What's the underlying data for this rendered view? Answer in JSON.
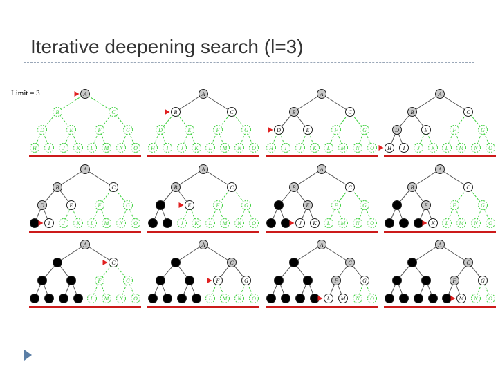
{
  "slide": {
    "title": "Iterative deepening search (l=3)",
    "limit_label": "Limit = 3"
  },
  "tree": {
    "nodes": [
      "A",
      "B",
      "C",
      "D",
      "E",
      "F",
      "G",
      "H",
      "I",
      "J",
      "K",
      "L",
      "M",
      "N",
      "O"
    ],
    "edges": [
      [
        "A",
        "B"
      ],
      [
        "A",
        "C"
      ],
      [
        "B",
        "D"
      ],
      [
        "B",
        "E"
      ],
      [
        "C",
        "F"
      ],
      [
        "C",
        "G"
      ],
      [
        "D",
        "H"
      ],
      [
        "D",
        "I"
      ],
      [
        "E",
        "J"
      ],
      [
        "E",
        "K"
      ],
      [
        "F",
        "L"
      ],
      [
        "F",
        "M"
      ],
      [
        "G",
        "N"
      ],
      [
        "G",
        "O"
      ]
    ]
  },
  "colors": {
    "frontier": "#ffffff",
    "current": "#c8c8c8",
    "expanded": "#000000",
    "unexplored": "#3ccf3c",
    "pointer": "#e02020",
    "underline": "#cc1a1a",
    "edge_active": "#555555"
  },
  "panels": [
    {
      "step": 1,
      "pointer": "A",
      "states": {
        "A": "current"
      }
    },
    {
      "step": 2,
      "pointer": "B",
      "states": {
        "A": "current",
        "B": "frontier",
        "C": "frontier"
      }
    },
    {
      "step": 3,
      "pointer": "D",
      "states": {
        "A": "current",
        "B": "current",
        "C": "frontier",
        "D": "frontier",
        "E": "frontier"
      }
    },
    {
      "step": 4,
      "pointer": "H",
      "states": {
        "A": "current",
        "B": "current",
        "C": "frontier",
        "D": "current",
        "E": "frontier",
        "H": "frontier",
        "I": "frontier"
      }
    },
    {
      "step": 5,
      "pointer": "I",
      "states": {
        "A": "current",
        "B": "current",
        "C": "frontier",
        "D": "current",
        "E": "frontier",
        "H": "expanded",
        "I": "frontier"
      }
    },
    {
      "step": 6,
      "pointer": "E",
      "states": {
        "A": "current",
        "B": "current",
        "C": "frontier",
        "D": "expanded",
        "E": "frontier",
        "H": "expanded",
        "I": "expanded"
      }
    },
    {
      "step": 7,
      "pointer": "J",
      "states": {
        "A": "current",
        "B": "current",
        "C": "frontier",
        "D": "expanded",
        "E": "current",
        "H": "expanded",
        "I": "expanded",
        "J": "frontier",
        "K": "frontier"
      }
    },
    {
      "step": 8,
      "pointer": "K",
      "states": {
        "A": "current",
        "B": "current",
        "C": "frontier",
        "D": "expanded",
        "E": "current",
        "H": "expanded",
        "I": "expanded",
        "J": "expanded",
        "K": "frontier"
      }
    },
    {
      "step": 9,
      "pointer": "C",
      "states": {
        "A": "current",
        "B": "expanded",
        "C": "frontier",
        "D": "expanded",
        "E": "expanded",
        "H": "expanded",
        "I": "expanded",
        "J": "expanded",
        "K": "expanded"
      }
    },
    {
      "step": 10,
      "pointer": "F",
      "states": {
        "A": "current",
        "B": "expanded",
        "C": "current",
        "D": "expanded",
        "E": "expanded",
        "F": "frontier",
        "G": "frontier",
        "H": "expanded",
        "I": "expanded",
        "J": "expanded",
        "K": "expanded"
      }
    },
    {
      "step": 11,
      "pointer": "L",
      "states": {
        "A": "current",
        "B": "expanded",
        "C": "current",
        "D": "expanded",
        "E": "expanded",
        "F": "current",
        "G": "frontier",
        "H": "expanded",
        "I": "expanded",
        "J": "expanded",
        "K": "expanded",
        "L": "frontier",
        "M": "frontier"
      }
    },
    {
      "step": 12,
      "pointer": "M",
      "states": {
        "A": "current",
        "B": "expanded",
        "C": "current",
        "D": "expanded",
        "E": "expanded",
        "F": "current",
        "G": "frontier",
        "H": "expanded",
        "I": "expanded",
        "J": "expanded",
        "K": "expanded",
        "L": "expanded",
        "M": "frontier"
      }
    }
  ]
}
